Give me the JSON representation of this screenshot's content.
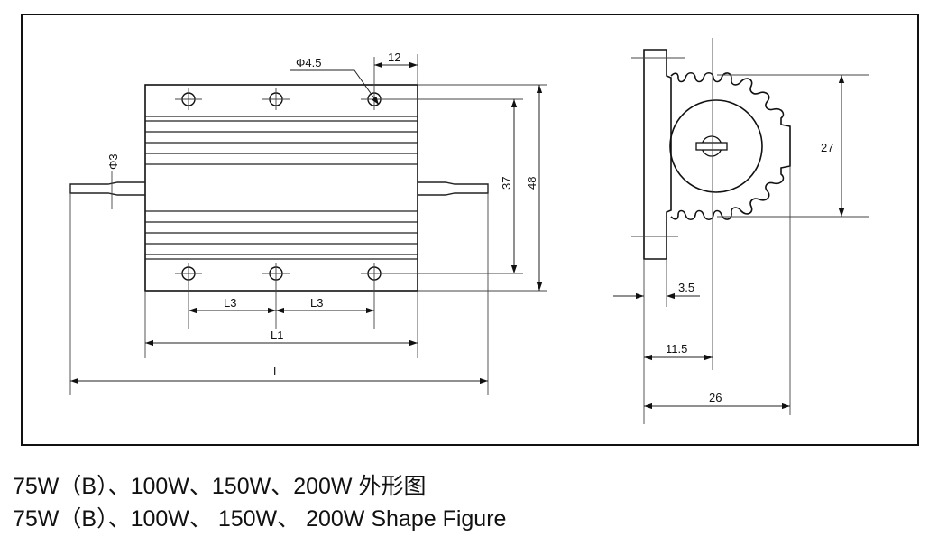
{
  "caption": {
    "line_zh": "75W（B）、100W、150W、200W 外形图",
    "line_en": "75W（B）、100W、 150W、 200W Shape Figure"
  },
  "dimensions": {
    "hole_dia": "Φ4.5",
    "hole_offset": "12",
    "lead_dia": "Φ3",
    "hole_pitch_v": "37",
    "height": "48",
    "hole_pitch_h_1": "L3",
    "hole_pitch_h_2": "L3",
    "body_length": "L1",
    "total_length": "L",
    "side_height": "27",
    "base_thickness": "3.5",
    "center_offset": "11.5",
    "total_depth": "26"
  }
}
